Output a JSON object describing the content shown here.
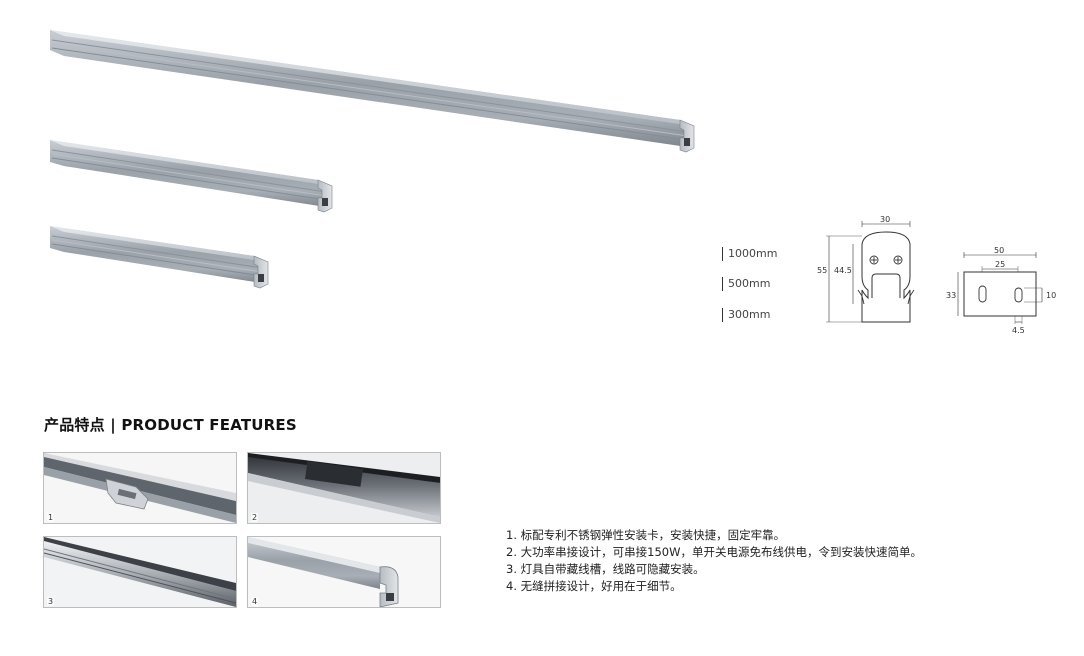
{
  "lengths": [
    "1000mm",
    "500mm",
    "300mm"
  ],
  "drawing_side": {
    "width": "30",
    "height_outer": "55",
    "height_inner": "44.5"
  },
  "drawing_end": {
    "width": "50",
    "hole_spacing": "25",
    "height": "33",
    "slot_height": "10",
    "slot_width": "4.5"
  },
  "features": {
    "title": "产品特点 | PRODUCT FEATURES",
    "photos": [
      {
        "number": "1"
      },
      {
        "number": "2"
      },
      {
        "number": "3"
      },
      {
        "number": "4"
      }
    ],
    "items": [
      "1. 标配专利不锈钢弹性安装卡，安装快捷，固定牢靠。",
      "2. 大功率串接设计，可串接150W，单开关电源免布线供电，令到安装快速简单。",
      "3. 灯具自带藏线槽，线路可隐藏安装。",
      "4. 无缝拼接设计，好用在于细节。"
    ]
  }
}
